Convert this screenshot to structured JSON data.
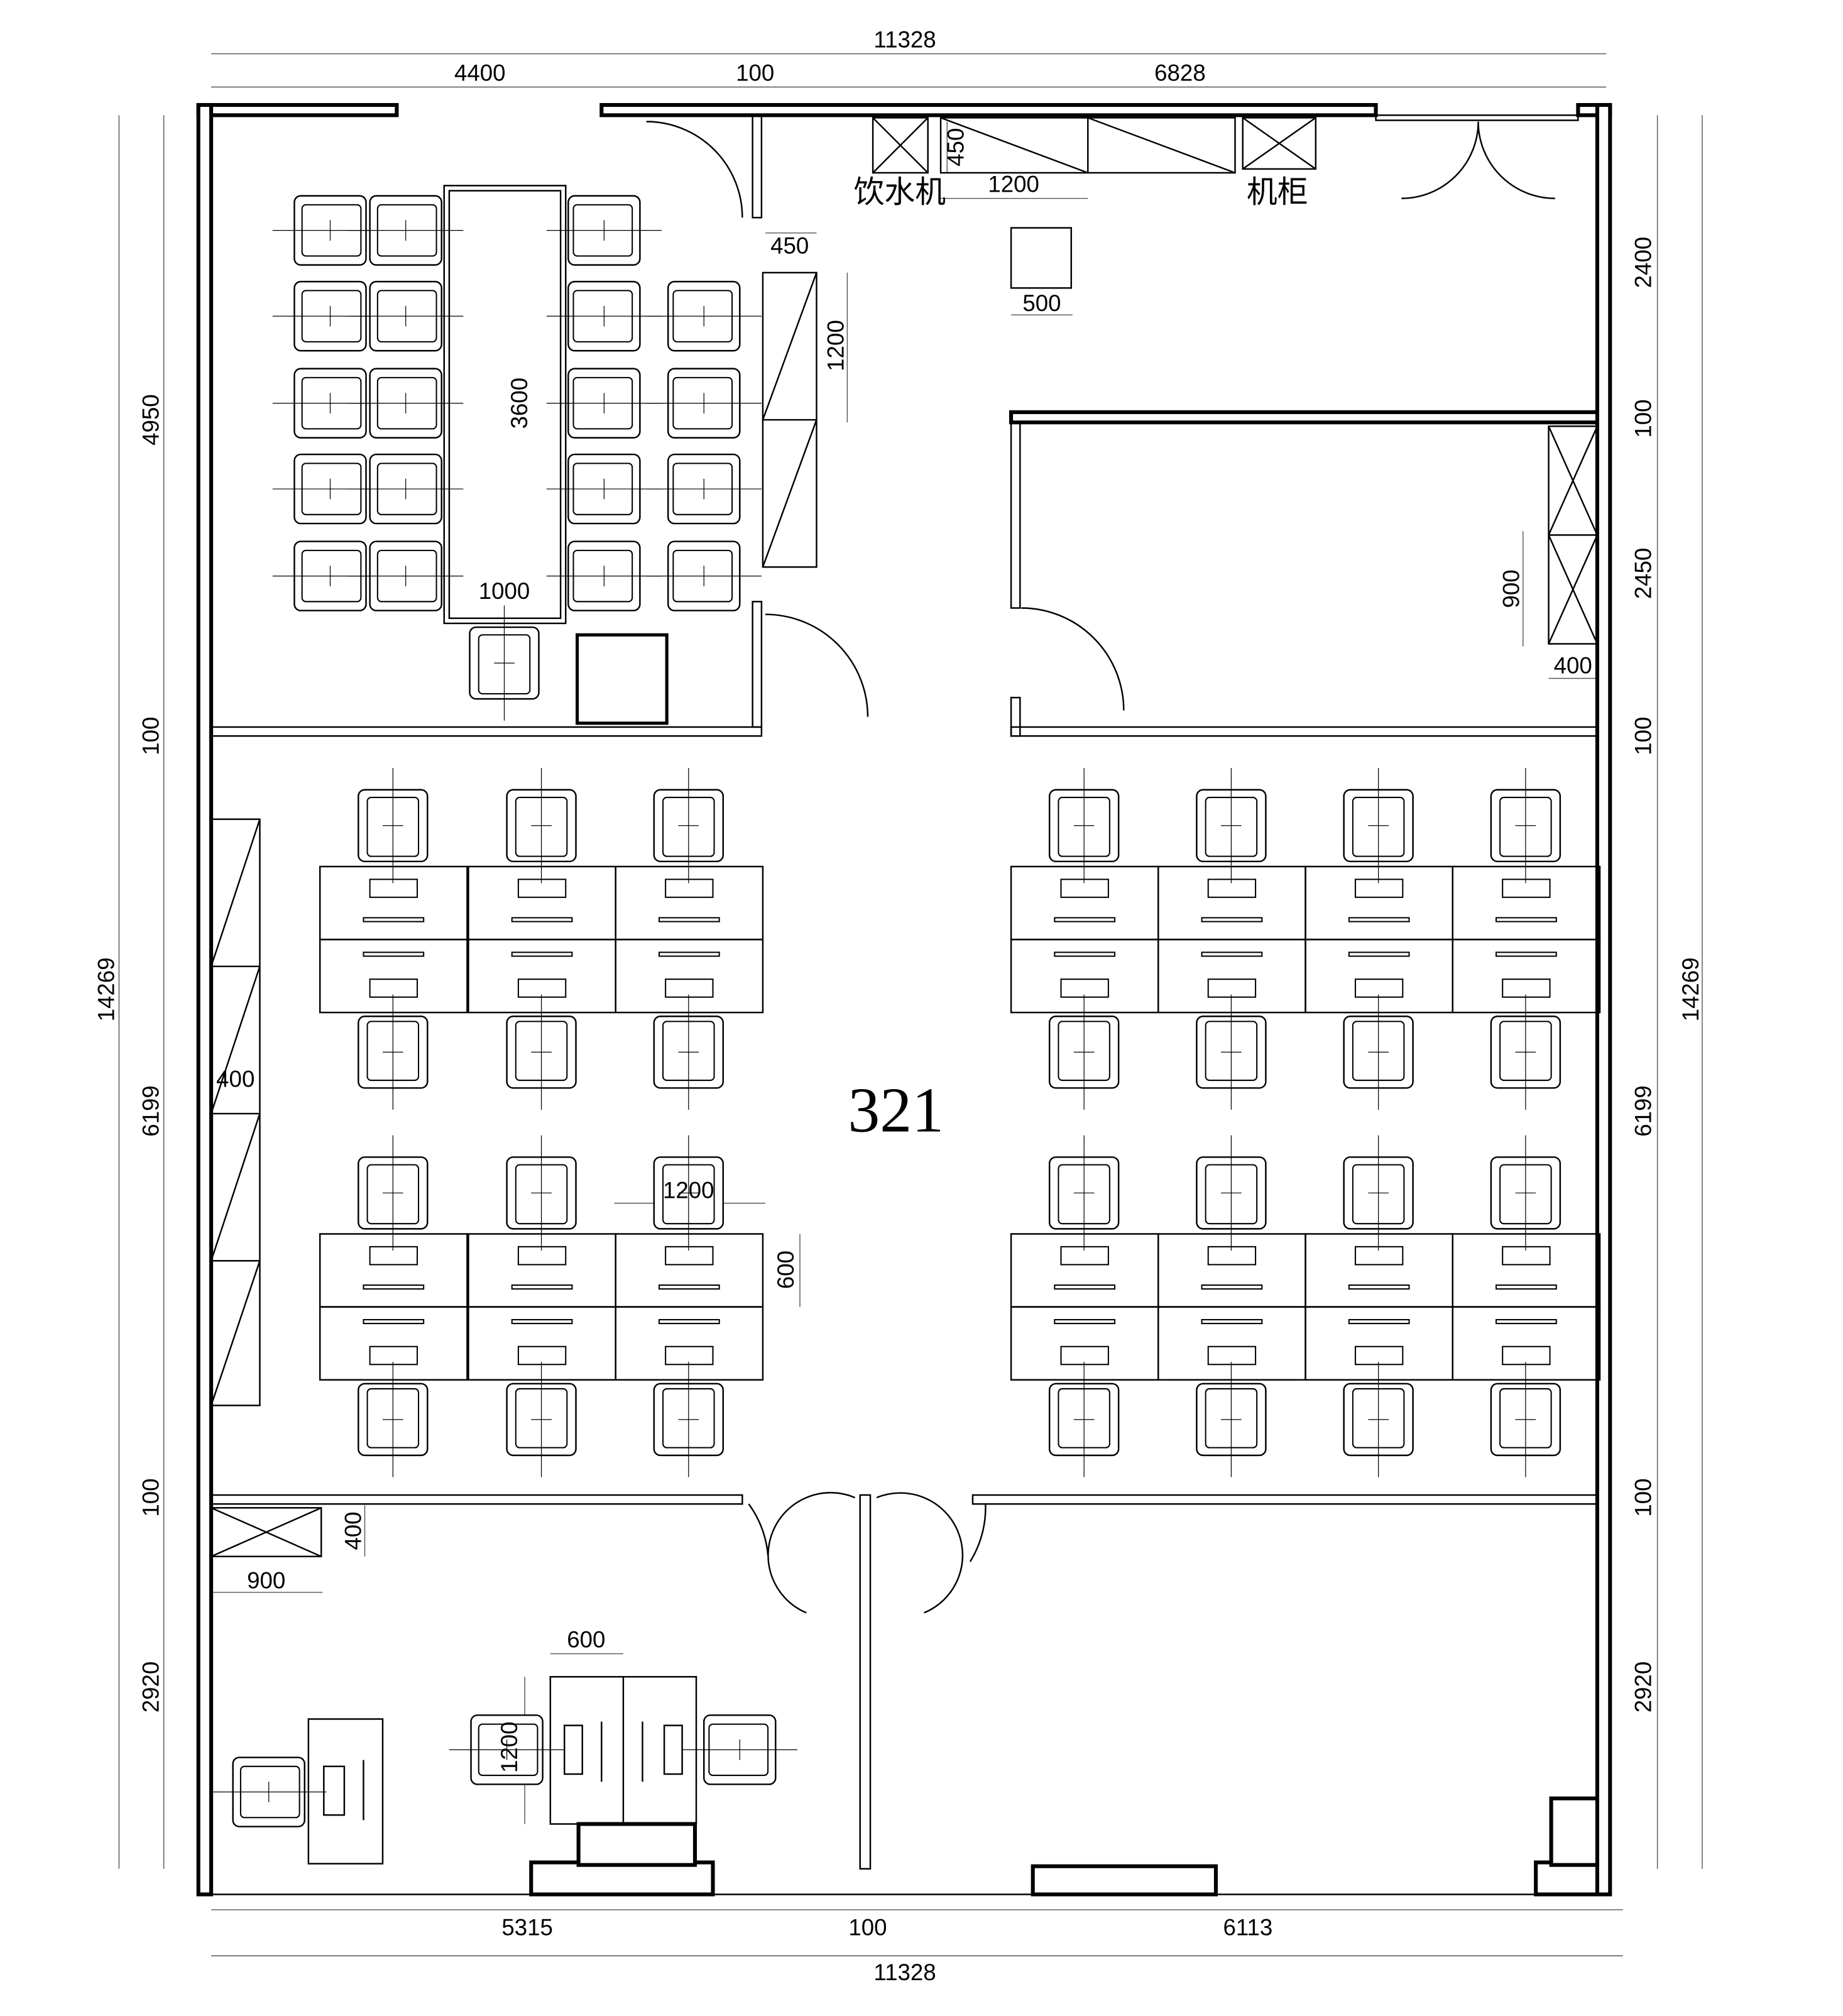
{
  "room_number": "321",
  "labels": {
    "water_dispenser": "饮水机",
    "cabinet": "机柜"
  },
  "dims": {
    "top_total": "11328",
    "top_left": "4400",
    "top_mid": "100",
    "top_right": "6828",
    "bottom_left": "5315",
    "bottom_mid": "100",
    "bottom_right": "6113",
    "bottom_total": "11328",
    "left_total": "14269",
    "left_1": "4950",
    "left_2": "100",
    "left_3": "6199",
    "left_4": "100",
    "left_5": "2920",
    "right_total": "14269",
    "right_1": "2400",
    "right_2": "100",
    "right_3": "2450",
    "right_4": "100",
    "right_5": "6199",
    "right_6": "100",
    "right_7": "2920",
    "cabinet_depth": "450",
    "cabinet_len": "1200",
    "table_len": "3600",
    "table_width": "1000",
    "box_500": "500",
    "counter_depth": "450",
    "counter_len": "1200",
    "locker_len": "900",
    "locker_depth": "400",
    "shelf_depth": "400",
    "desk_len": "1200",
    "desk_depth": "600",
    "file_depth": "400",
    "file_len": "900",
    "exec_desk_w": "600",
    "exec_desk_len": "1200"
  }
}
